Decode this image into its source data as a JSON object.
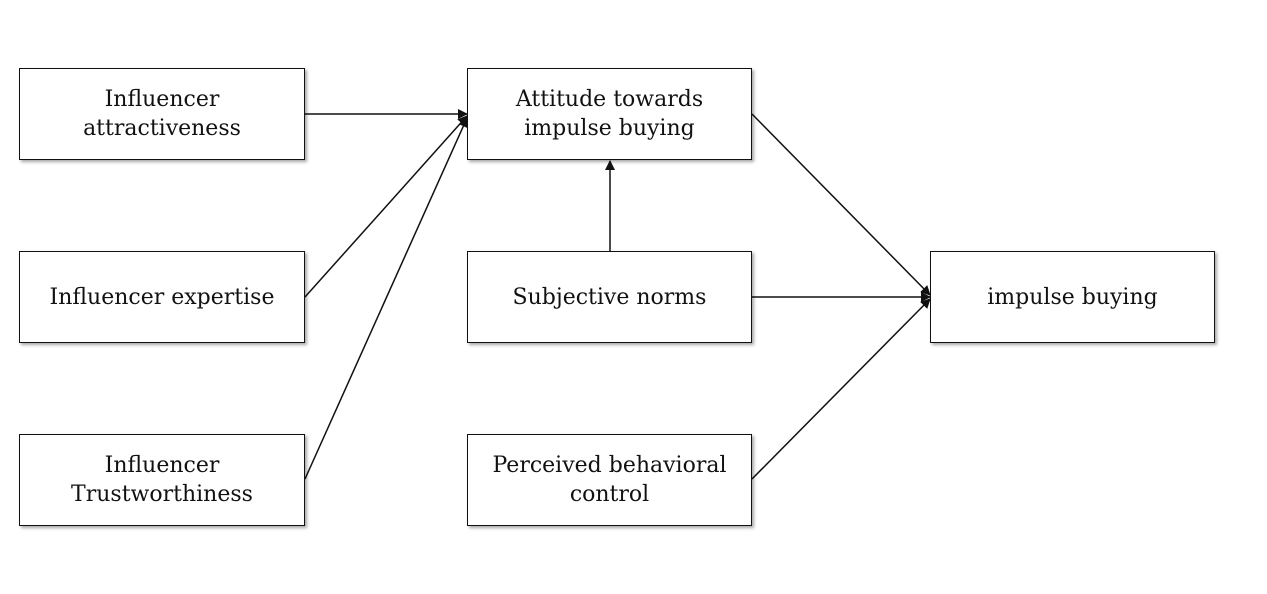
{
  "nodes": {
    "attractiveness": "Influencer\nattractiveness",
    "expertise": "Influencer expertise",
    "trustworthiness": "Influencer\nTrustworthiness",
    "attitude": "Attitude towards\nimpulse buying",
    "subjective_norms": "Subjective norms",
    "pbc": "Perceived behavioral\ncontrol",
    "impulse_buying": "impulse buying"
  },
  "edges": [
    {
      "from": "attractiveness",
      "to": "attitude"
    },
    {
      "from": "expertise",
      "to": "attitude"
    },
    {
      "from": "trustworthiness",
      "to": "attitude"
    },
    {
      "from": "subjective_norms",
      "to": "attitude"
    },
    {
      "from": "attitude",
      "to": "impulse_buying"
    },
    {
      "from": "subjective_norms",
      "to": "impulse_buying"
    },
    {
      "from": "pbc",
      "to": "impulse_buying"
    }
  ]
}
